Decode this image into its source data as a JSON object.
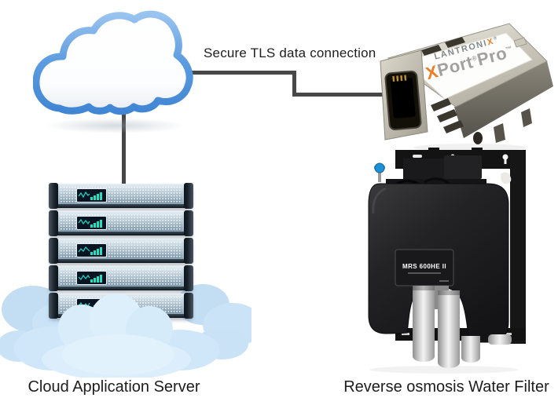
{
  "connection": {
    "label": "Secure TLS data connection",
    "line_color": "#474747"
  },
  "cloud_server": {
    "caption": "Cloud Application Server",
    "outline_color": "#5b9be0",
    "server_count": 5
  },
  "xport": {
    "brand_prefix": "LANTRONI",
    "brand_x": "X",
    "reg": "®",
    "product_x": "X",
    "product_port": "Port",
    "product_pro": "Pro",
    "tm": "™",
    "accent_color": "#ef7b22"
  },
  "water_filter": {
    "caption": "Reverse osmosis Water Filter",
    "model": "MRS 600HE II"
  },
  "colors": {
    "caption_text": "#1d1d1d",
    "bottom_cloud_fill": "#d8ecfa"
  }
}
